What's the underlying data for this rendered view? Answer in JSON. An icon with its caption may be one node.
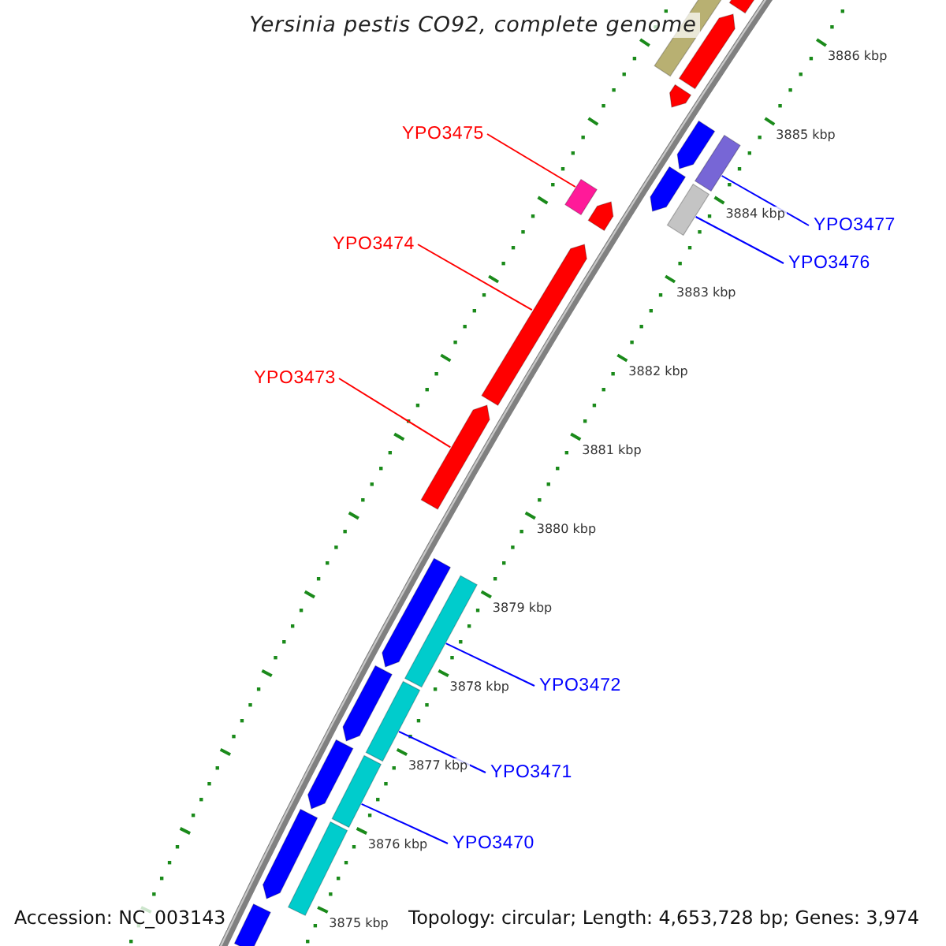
{
  "diagram": {
    "title": "Yersinia pestis CO92, complete genome",
    "nodes": [
      {
        "text": [
          "YPO3475"
        ]
      },
      {
        "text": [
          "YPO3474"
        ]
      },
      {
        "text": [
          "YPO3473"
        ]
      },
      {
        "text": [
          "YPO3477"
        ]
      },
      {
        "text": [
          "YPO3476"
        ]
      },
      {
        "text": [
          "YPO3472"
        ]
      },
      {
        "text": [
          "YPO3471"
        ]
      },
      {
        "text": [
          "YPO3470"
        ]
      },
      {
        "text": [],
        "shape": "box"
      },
      {
        "text": [],
        "shape": "box"
      },
      {
        "text": [],
        "shape": "box"
      },
      {
        "text": [],
        "shape": "box"
      },
      {
        "text": [],
        "shape": "box"
      },
      {
        "text": [],
        "shape": "bar"
      },
      {
        "text": [],
        "shape": "box"
      },
      {
        "text": [],
        "shape": "bar"
      },
      {
        "text": [],
        "shape": "box"
      },
      {
        "text": [],
        "shape": "bar"
      },
      {
        "text": [],
        "shape": "box"
      },
      {
        "text": [],
        "shape": "box"
      },
      {
        "text": [],
        "shape": "box"
      },
      {
        "text": [],
        "shape": "bar"
      },
      {
        "text": [],
        "shape": "box"
      },
      {
        "text": [],
        "shape": "bar"
      },
      {
        "text": [],
        "shape": "box"
      },
      {
        "text": [],
        "shape": "bar"
      },
      {
        "text": [],
        "shape": "box"
      },
      {
        "text": [],
        "shape": "bar"
      },
      {
        "text": [],
        "shape": "box"
      }
    ],
    "edges": [
      {
        "from": 0,
        "to": 15,
        "arrow": "none",
        "color": "#ff0000"
      },
      {
        "from": 1,
        "to": 18,
        "arrow": "none",
        "color": "#ff0000"
      },
      {
        "from": 2,
        "to": 19,
        "arrow": "none",
        "color": "#ff0000"
      },
      {
        "from": 3,
        "to": 13,
        "arrow": "none"
      },
      {
        "from": 4,
        "to": 17,
        "arrow": "none"
      },
      {
        "from": 5,
        "to": 21,
        "arrow": "none"
      },
      {
        "from": 6,
        "to": 23,
        "arrow": "none"
      },
      {
        "from": 7,
        "to": 25,
        "arrow": "none"
      }
    ],
    "labels": [
      "3886 kbp",
      "3885 kbp",
      "3884 kbp",
      "3883 kbp",
      "3882 kbp",
      "3881 kbp",
      "3880 kbp",
      "3879 kbp",
      "3878 kbp",
      "3877 kbp",
      "3876 kbp",
      "Accession: NC_003143",
      "3875 kbp",
      "Topology: circular; Length: 4,653,728 bp; Genes: 3,974"
    ]
  }
}
